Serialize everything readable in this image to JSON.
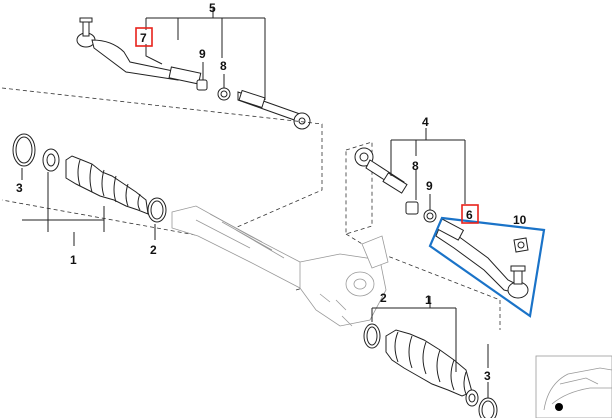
{
  "diagram": {
    "callouts": [
      {
        "key": "c5",
        "text": "5"
      },
      {
        "key": "c7",
        "text": "7",
        "highlighted": true
      },
      {
        "key": "c9a",
        "text": "9"
      },
      {
        "key": "c8a",
        "text": "8"
      },
      {
        "key": "c4",
        "text": "4"
      },
      {
        "key": "c8b",
        "text": "8"
      },
      {
        "key": "c9b",
        "text": "9"
      },
      {
        "key": "c6",
        "text": "6",
        "highlighted": true
      },
      {
        "key": "c10",
        "text": "10"
      },
      {
        "key": "c3a",
        "text": "3"
      },
      {
        "key": "c2a",
        "text": "2"
      },
      {
        "key": "c1a",
        "text": "1"
      },
      {
        "key": "c1b",
        "text": "1"
      },
      {
        "key": "c2b",
        "text": "2"
      },
      {
        "key": "c3b",
        "text": "3"
      }
    ],
    "colors": {
      "callout_highlight": "#e8221b",
      "selection_outline": "#1a73c8",
      "line": "#222222",
      "faded_part": "#9a9a9a"
    }
  }
}
